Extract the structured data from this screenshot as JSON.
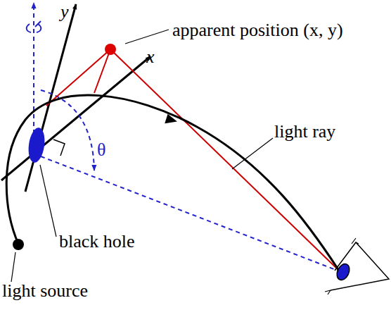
{
  "diagram": {
    "labels": [
      "apparent position (x, y)",
      "x",
      "y",
      "θ",
      "light ray",
      "black hole",
      "light source"
    ]
  }
}
